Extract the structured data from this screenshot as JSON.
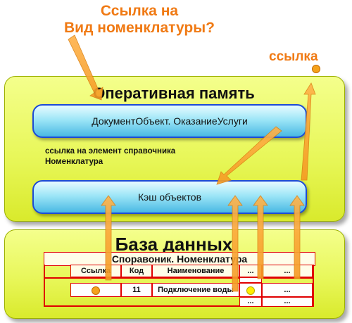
{
  "question_text": "Ссылка на\nВид номенклатуры?",
  "link_label": "ссылка",
  "ram_panel": {
    "title": "Оперативная память"
  },
  "document_object_label": "ДокументОбъект. ОказаниеУслуги",
  "reference_text": "ссылка на элемент справочника\nНоменклатура",
  "cache_label": "Кэш объектов",
  "db_panel": {
    "title": "База данных"
  },
  "table": {
    "title": "Споравоник. Номенклатура",
    "headers": [
      "Ссылка",
      "Код",
      "Наименование",
      "...",
      "..."
    ],
    "row": {
      "code": "11",
      "name": "Подключение воды",
      "extra": "..."
    }
  },
  "colors": {
    "accent_orange": "#f07a14",
    "panel_yellow": "#e8f75a",
    "pill_blue": "#49b9e3",
    "table_red": "#e00000"
  }
}
